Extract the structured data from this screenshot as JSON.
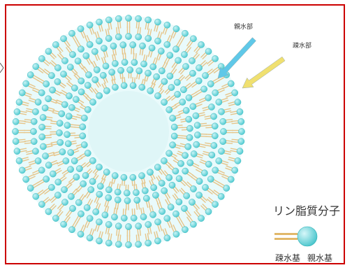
{
  "labels": {
    "hydrophilic_part": "親水部",
    "hydrophobic_part": "疎水部"
  },
  "legend": {
    "title": "リン脂質分子",
    "hydrophobic_group": "疎水基",
    "hydrophilic_group": "親水基"
  },
  "colors": {
    "frame_border": "#cc0000",
    "head": "#5fd2d6",
    "head_stroke": "#2bb0b6",
    "tail": "#e6c58a",
    "core": "#dff6f7",
    "halo": "#e9fafb",
    "arrow_hydrophilic": "#5fc8e8",
    "arrow_hydrophobic": "#f0e070"
  }
}
